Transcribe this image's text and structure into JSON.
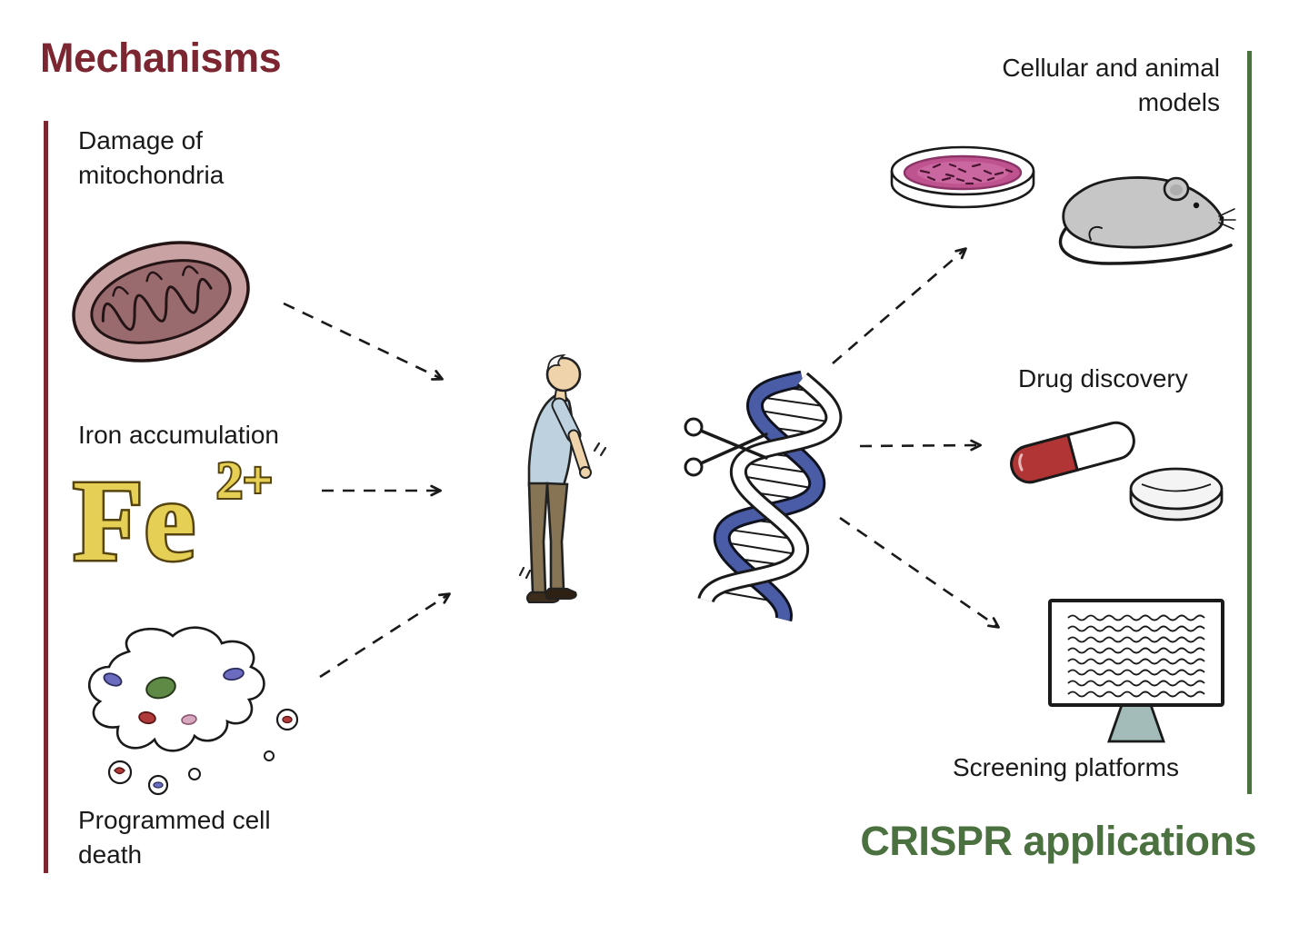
{
  "diagram": {
    "type": "scientific-overview",
    "subject": "Disease mechanisms linked to CRISPR applications"
  },
  "mechanisms": {
    "heading": "Mechanisms",
    "items": [
      {
        "label": "Damage of mitochondria",
        "icon": "mitochondria-icon"
      },
      {
        "label": "Iron accumulation",
        "icon": "iron-fe2plus-icon",
        "symbol": "Fe",
        "superscript": "2+"
      },
      {
        "label": "Programmed cell death",
        "icon": "apoptotic-cell-icon"
      }
    ]
  },
  "center": {
    "patient_icon": "elderly-man-icon",
    "crispr_icon": "dna-scissors-icon"
  },
  "applications": {
    "heading": "CRISPR applications",
    "items": [
      {
        "label": "Cellular and animal models",
        "icons": [
          "petri-dish-icon",
          "mouse-icon"
        ]
      },
      {
        "label": "Drug discovery",
        "icons": [
          "capsule-icon",
          "tablet-icon"
        ]
      },
      {
        "label": "Screening platforms",
        "icons": [
          "monitor-icon"
        ]
      }
    ]
  },
  "colors": {
    "accent_mech": "#7b2630",
    "accent_crispr": "#4b7140",
    "iron_gold": "#e6cf55",
    "mito_outer": "#c9a3a3",
    "mito_inner": "#9a6b6e",
    "petri_pink": "#bf5390",
    "mouse_gray": "#c6c6c6",
    "capsule_red": "#b23535",
    "dna_blue": "#4a5ca6",
    "shirt_blue": "#bdd2de",
    "pants_brown": "#867455",
    "stand_teal": "#a3bcba",
    "skin": "#eed3ab",
    "ink": "#1a1a1a"
  }
}
